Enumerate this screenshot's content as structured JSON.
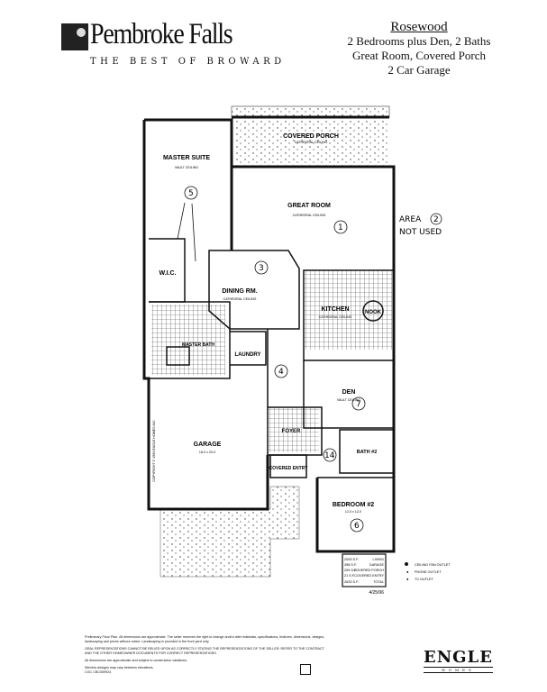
{
  "header": {
    "brand": "Pembroke Falls",
    "tagline": "THE BEST OF BROWARD",
    "model_name": "Rosewood",
    "features": [
      "2 Bedrooms plus Den, 2 Baths",
      "Great Room, Covered Porch",
      "2 Car Garage"
    ]
  },
  "rooms": {
    "covered_porch": {
      "name": "COVERED PORCH",
      "note": "CATHEDRAL CEILING"
    },
    "master_suite": {
      "name": "MASTER SUITE",
      "note": "VAULT CEILING"
    },
    "great_room": {
      "name": "GREAT ROOM",
      "note": "CATHEDRAL CEILING"
    },
    "wic": {
      "name": "W.I.C."
    },
    "dining": {
      "name": "DINING RM.",
      "note": "CATHEDRAL CEILING"
    },
    "kitchen": {
      "name": "KITCHEN",
      "note": "CATHEDRAL CEILING"
    },
    "nook": {
      "name": "NOOK"
    },
    "master_bath": {
      "name": "MASTER BATH"
    },
    "laundry": {
      "name": "LAUNDRY"
    },
    "den": {
      "name": "DEN",
      "note": "VAULT CEILING"
    },
    "foyer": {
      "name": "FOYER"
    },
    "garage": {
      "name": "GARAGE",
      "dims": "18-0 x 20-0"
    },
    "covered_entry": {
      "name": "COVERED ENTRY"
    },
    "bath2": {
      "name": "BATH #2"
    },
    "bedroom2": {
      "name": "BEDROOM #2",
      "dims": "12-0 x 12-0"
    }
  },
  "annotations": {
    "area_note_1": "AREA",
    "area_note_num": "2",
    "area_note_2": "NOT USED",
    "circled": [
      "1",
      "3",
      "5",
      "4",
      "7",
      "14",
      "6"
    ],
    "copyright": "COPYRIGHT © 1993 ENGLE HOMES INC."
  },
  "area_table": {
    "rows": [
      {
        "value": "2009 S.F.",
        "label": "LIVING"
      },
      {
        "value": "398 S.F.",
        "label": "GARAGE"
      },
      {
        "value": "205 S.F.",
        "label": "COVERED PORCH"
      },
      {
        "value": "21 S.F.",
        "label": "COVERED ENTRY"
      },
      {
        "value": "2633 S.F.",
        "label": "TOTAL"
      }
    ],
    "date": "4/25/96"
  },
  "legend": [
    "CEILING FAN OUTLET",
    "PHONE OUTLET",
    "TV OUTLET"
  ],
  "footer": {
    "line1": "Preliminary Floor Plan. All dimensions are approximate. The seller reserves the right to change and/or alter materials, specifications, features, dimensions, designs, landscaping and prices without notice. Landscaping is provided in the front yard only.",
    "line2": "ORAL REPRESENTATIONS CANNOT BE RELIED UPON AS CORRECTLY STATING THE REPRESENTATIONS OF THE SELLER. REFER TO THE CONTRACT AND THE OTHER HOMEOWNER DOCUMENTS FOR CORRECT REPRESENTATIONS.",
    "line3": "All dimensions are approximate and subject to construction variations.",
    "line4": "Window designs may vary between elevations.",
    "line5": "CGC CBC059924",
    "builder": "ENGLE",
    "builder_sub": "HOMES"
  }
}
